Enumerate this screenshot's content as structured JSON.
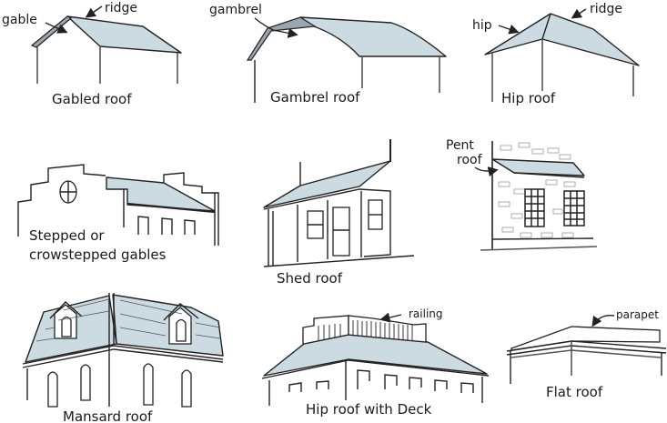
{
  "title": "Roof types",
  "fill_color": "#ccdae2",
  "roofs": [
    {
      "id": "gabled",
      "caption": "Gabled roof",
      "annotations": [
        "gable",
        "ridge"
      ]
    },
    {
      "id": "gambrel",
      "caption": "Gambrel roof",
      "annotations": [
        "gambrel"
      ]
    },
    {
      "id": "hip",
      "caption": "Hip roof",
      "annotations": [
        "hip",
        "ridge"
      ]
    },
    {
      "id": "stepped",
      "caption_line1": "Stepped or",
      "caption_line2": "crowstepped gables",
      "annotations": []
    },
    {
      "id": "shed",
      "caption": "Shed roof",
      "annotations": []
    },
    {
      "id": "pent",
      "caption": "",
      "annotations": [
        "Pent",
        "roof"
      ]
    },
    {
      "id": "mansard",
      "caption": "Mansard roof",
      "annotations": []
    },
    {
      "id": "hipdeck",
      "caption": "Hip roof with Deck",
      "annotations": [
        "railing"
      ]
    },
    {
      "id": "flat",
      "caption": "Flat roof",
      "annotations": [
        "parapet"
      ]
    }
  ]
}
